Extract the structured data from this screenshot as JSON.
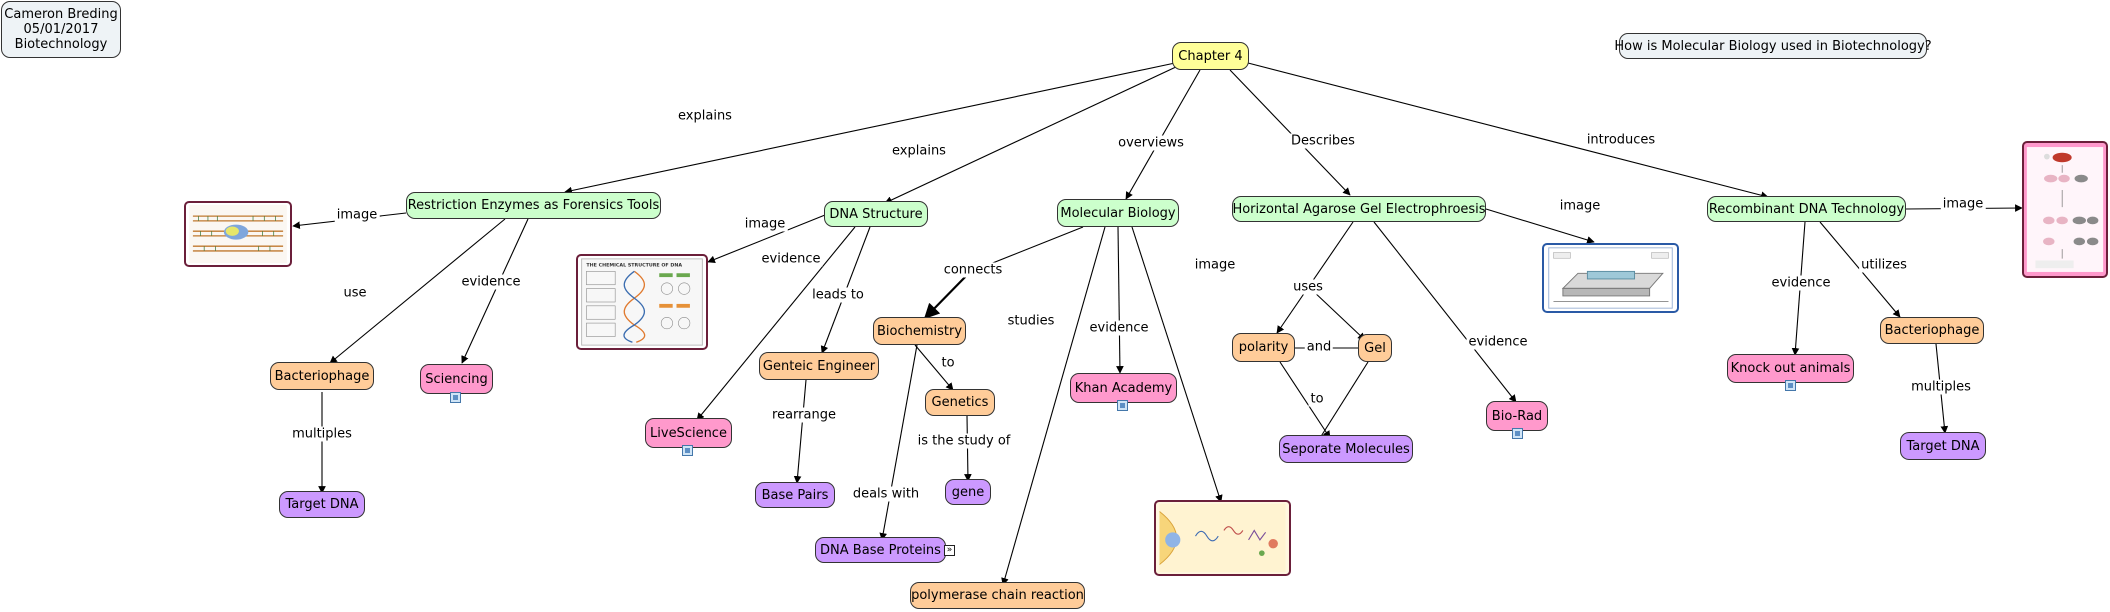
{
  "info": {
    "author": "Cameron Breding",
    "date": "05/01/2017",
    "subject": "Biotechnology"
  },
  "question": "How is Molecular Biology used in Biotechnology?",
  "nodes": {
    "chapter": "Chapter 4",
    "restriction": "Restriction Enzymes as Forensics Tools",
    "dna_structure": "DNA Structure",
    "molecular_biology": "Molecular Biology",
    "gel": "Horizontal Agarose Gel Electrophroesis",
    "recombinant": "Recombinant DNA Technology",
    "bacteriophage_1": "Bacteriophage",
    "sciencing": "Sciencing",
    "target_dna_1": "Target DNA",
    "livescience": "LiveScience",
    "genetic_engineer": "Genteic Engineer",
    "base_pairs": "Base Pairs",
    "biochemistry": "Biochemistry",
    "genetics": "Genetics",
    "gene": "gene",
    "dna_base_proteins": "DNA Base Proteins",
    "pcr": "polymerase chain reaction",
    "khan_academy": "Khan Academy",
    "polarity": "polarity",
    "gel_node": "Gel",
    "separate_molecules": "Seporate Molecules",
    "bio_rad": "Bio-Rad",
    "knock_out": "Knock out animals",
    "bacteriophage_2": "Bacteriophage",
    "target_dna_2": "Target DNA"
  },
  "links": {
    "explains_1": "explains",
    "explains_2": "explains",
    "overviews": "overviews",
    "describes": "Describes",
    "introduces": "introduces",
    "image_1": "image",
    "use": "use",
    "evidence_1": "evidence",
    "multiples_1": "multiples",
    "image_2": "image",
    "evidence_2": "evidence",
    "leads_to": "leads to",
    "rearrange": "rearrange",
    "connects": "connects",
    "to_1": "to",
    "is_the_study_of": "is the study of",
    "deals_with": "deals with",
    "studies": "studies",
    "evidence_3": "evidence",
    "image_3": "image",
    "uses": "uses",
    "and": "and",
    "to_2": "to",
    "image_4": "image",
    "evidence_4": "evidence",
    "image_5": "image",
    "evidence_5": "evidence",
    "utilizes": "utilizes",
    "multiples_2": "multiples"
  },
  "images": {
    "dna_structure_title": "THE CHEMICAL STRUCTURE OF DNA"
  },
  "colors": {
    "root": "#ffff99",
    "concept": "#ccffcc",
    "detail": "#ffcc99",
    "resource": "#ff99cc",
    "result": "#cc99ff",
    "info": "#eef3f6"
  }
}
